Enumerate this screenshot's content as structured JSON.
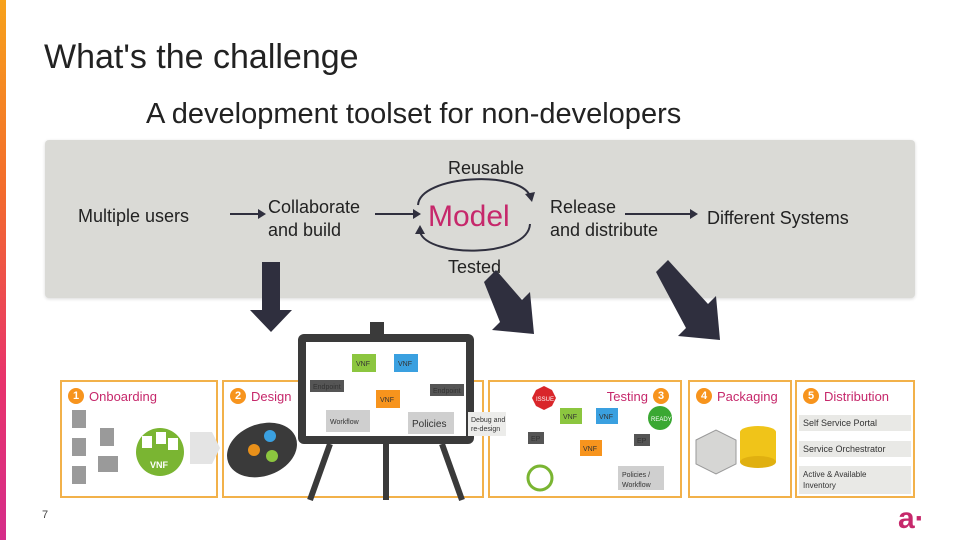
{
  "slide": {
    "title": "What's the challenge",
    "subtitle": "A development toolset for non-developers",
    "page_number": "7",
    "logo_glyph": "a·"
  },
  "flow": {
    "multiple_users": "Multiple users",
    "collaborate": [
      "Collaborate",
      "and build"
    ],
    "model": "Model",
    "reusable": "Reusable",
    "tested": "Tested",
    "release": [
      "Release",
      "and distribute"
    ],
    "systems": "Different Systems"
  },
  "panels": {
    "onboarding": {
      "num": "1",
      "label": "Onboarding"
    },
    "design": {
      "num": "2",
      "label": "Design"
    },
    "testing": {
      "num": "3",
      "label": "Testing"
    },
    "packaging": {
      "num": "4",
      "label": "Packaging"
    },
    "distribution": {
      "num": "5",
      "label": "Distribution"
    }
  },
  "diagram_labels": {
    "vnf": "VNF",
    "endpoint": "Endpoint",
    "workflow": "Workflow",
    "policies": "Policies",
    "debug": [
      "Debug and",
      "re-design"
    ],
    "issue": "ISSUE",
    "ready": "READY",
    "ep": "EP",
    "policies_workflow": [
      "Policies /",
      "Workflow"
    ]
  },
  "distribution_items": [
    "Self Service Portal",
    "Service Orchestrator",
    "Active & Available",
    "Inventory"
  ],
  "colors": {
    "accent_magenta": "#c6286b",
    "accent_orange": "#f7941d",
    "arrow_dark": "#2f2f3e",
    "band_gray": "#dadad6",
    "vnf_green": "#8cc63f",
    "vnf_blue": "#3aa0e0",
    "vnf_orange": "#f7941d"
  }
}
